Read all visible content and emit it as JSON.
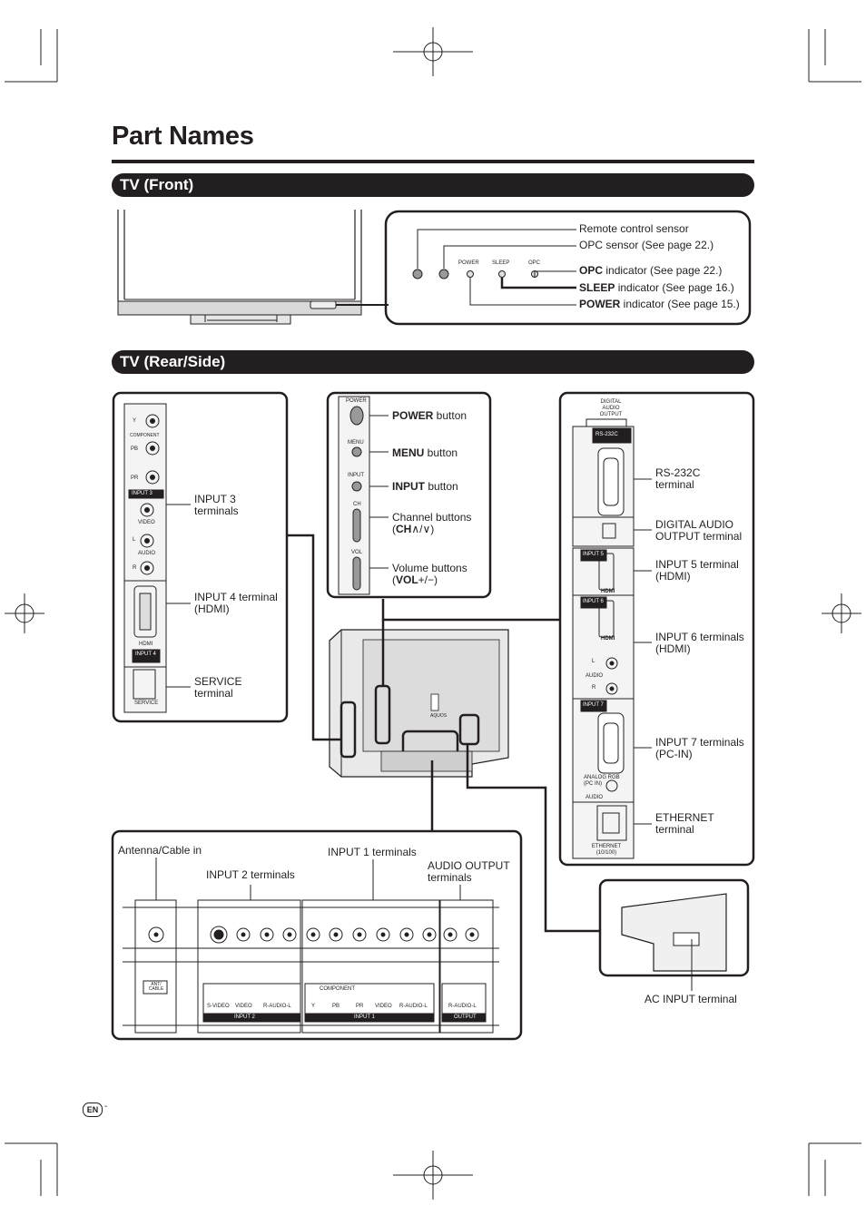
{
  "page": {
    "title": "Part Names",
    "footer_badge": "EN",
    "footer_dash": "-"
  },
  "sections": {
    "front": "TV (Front)",
    "rear": "TV (Rear/Side)"
  },
  "front_labels": {
    "remote_sensor": "Remote control sensor",
    "opc_sensor": "OPC sensor (See page 22.)",
    "opc_indicator_bold": "OPC",
    "opc_indicator_rest": " indicator (See page 22.)",
    "sleep_indicator_bold": "SLEEP",
    "sleep_indicator_rest": " indicator (See page 16.)",
    "power_indicator_bold": "POWER",
    "power_indicator_rest": " indicator (See page 15.)",
    "ind_power": "POWER",
    "ind_sleep": "SLEEP",
    "ind_opc": "OPC"
  },
  "side_panel": {
    "y": "Y",
    "component": "COMPONENT",
    "pb": "PB",
    "pr": "PR",
    "input3_tag": "INPUT 3",
    "video": "VIDEO",
    "l": "L",
    "audio": "AUDIO",
    "r": "R",
    "hdmi": "HDMI",
    "input4_tag": "INPUT 4",
    "service": "SERVICE",
    "input3_label_1": "INPUT 3",
    "input3_label_2": "terminals",
    "input4_label_1": "INPUT 4 terminal",
    "input4_label_2": "(HDMI)",
    "service_label_1": "SERVICE",
    "service_label_2": "terminal"
  },
  "buttons_panel": {
    "power": "POWER",
    "menu": "MENU",
    "input": "INPUT",
    "ch": "CH",
    "vol": "VOL",
    "power_label_bold": "POWER",
    "power_label_rest": " button",
    "menu_label_bold": "MENU",
    "menu_label_rest": " button",
    "input_label_bold": "INPUT",
    "input_label_rest": " button",
    "channel_line1": "Channel buttons",
    "channel_line2_open": "(",
    "channel_line2_bold": "CH",
    "channel_line2_rest": "∧/∨)",
    "volume_line1": "Volume buttons",
    "volume_line2_open": "(",
    "volume_line2_bold": "VOL",
    "volume_line2_rest": "+/−)"
  },
  "right_panel": {
    "digital_audio_output": "DIGITAL AUDIO OUTPUT",
    "rs232c_tag": "RS-232C",
    "input5_tag": "INPUT 5",
    "input6_tag": "INPUT 6",
    "input7_tag": "INPUT 7",
    "hdmi": "HDMI",
    "l": "L",
    "audio": "AUDIO",
    "r": "R",
    "analog_rgb": "ANALOG RGB (PC IN)",
    "audio2": "AUDIO",
    "ethernet": "ETHERNET (10/100)",
    "rs232c_label_1": "RS-232C",
    "rs232c_label_2": "terminal",
    "dao_label_1": "DIGITAL AUDIO",
    "dao_label_2": "OUTPUT terminal",
    "input5_label_1": "INPUT 5 terminal",
    "input5_label_2": "(HDMI)",
    "input6_label_1": "INPUT 6 terminals",
    "input6_label_2": "(HDMI)",
    "input7_label_1": "INPUT 7 terminals",
    "input7_label_2": "(PC-IN)",
    "ethernet_label_1": "ETHERNET",
    "ethernet_label_2": "terminal"
  },
  "bottom_panel": {
    "antenna_label": "Antenna/Cable in",
    "input2_label": "INPUT 2 terminals",
    "input1_label": "INPUT 1 terminals",
    "audio_output_label_1": "AUDIO OUTPUT",
    "audio_output_label_2": "terminals",
    "ant_cable": "ANT/ CABLE",
    "s_video": "S-VIDEO",
    "video": "VIDEO",
    "r_audio_l": "R-AUDIO-L",
    "component": "COMPONENT",
    "y": "Y",
    "pb": "PB",
    "pr": "PR",
    "input2_tag": "INPUT 2",
    "input1_tag": "INPUT 1",
    "output_tag": "OUTPUT"
  },
  "ac_panel": {
    "label": "AC INPUT terminal"
  },
  "tv_rear": {
    "brand": "AQUOS"
  }
}
